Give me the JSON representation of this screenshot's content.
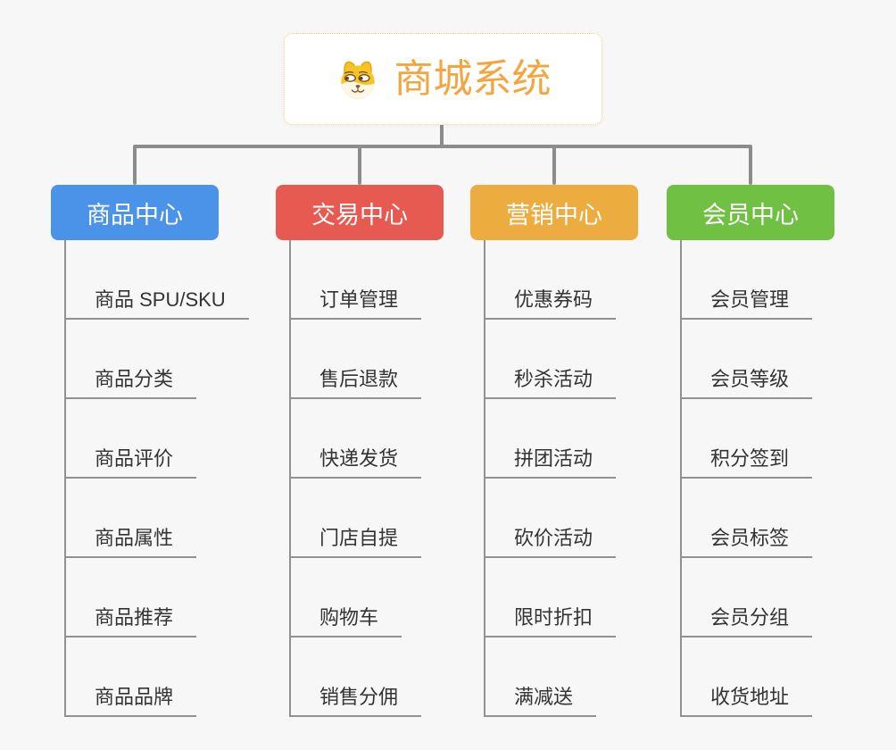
{
  "page": {
    "background_color": "#F7F7F7"
  },
  "root": {
    "title": "商城系统",
    "icon": "doge-face-icon",
    "title_color": "#F2A640",
    "border_color": "#F6CE8C",
    "background_color": "#FFFFFF"
  },
  "lines": {
    "connector_color": "#8C8C8C",
    "item_line_color": "#919191"
  },
  "branches": [
    {
      "label": "商品中心",
      "color": "#4B93E8",
      "items": [
        "商品 SPU/SKU",
        "商品分类",
        "商品评价",
        "商品属性",
        "商品推荐",
        "商品品牌"
      ]
    },
    {
      "label": "交易中心",
      "color": "#E65A52",
      "items": [
        "订单管理",
        "售后退款",
        "快递发货",
        "门店自提",
        "购物车",
        "销售分佣"
      ]
    },
    {
      "label": "营销中心",
      "color": "#EDAC40",
      "items": [
        "优惠券码",
        "秒杀活动",
        "拼团活动",
        "砍价活动",
        "限时折扣",
        "满减送"
      ]
    },
    {
      "label": "会员中心",
      "color": "#70C043",
      "items": [
        "会员管理",
        "会员等级",
        "积分签到",
        "会员标签",
        "会员分组",
        "收货地址"
      ]
    }
  ]
}
